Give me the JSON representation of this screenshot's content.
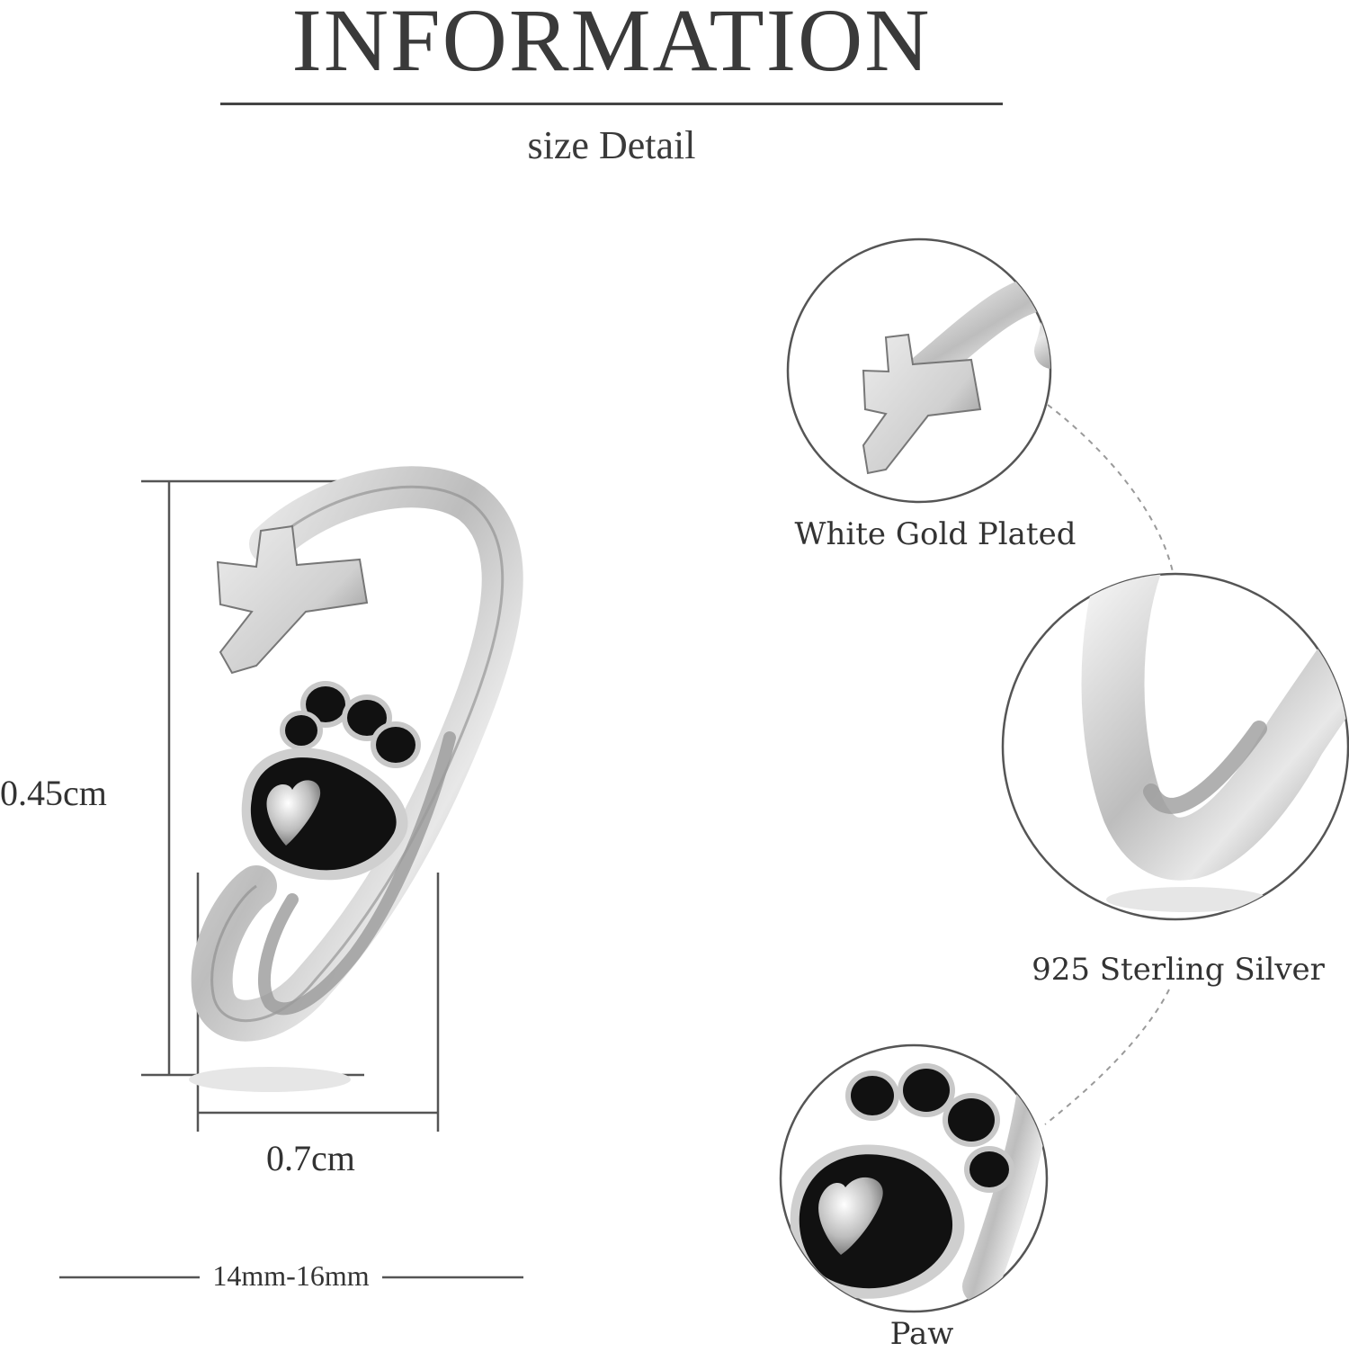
{
  "header": {
    "title": "INFORMATION",
    "subtitle": "size Detail"
  },
  "dimensions": {
    "height_label": "0.45cm",
    "width_label": "0.7cm",
    "size_range": "14mm-16mm"
  },
  "details": [
    {
      "label": "White Gold Plated",
      "icon": "cross-closeup"
    },
    {
      "label": "925 Sterling Silver",
      "icon": "band-closeup"
    },
    {
      "label": "Paw",
      "icon": "paw-closeup"
    }
  ],
  "colors": {
    "background": "#ffffff",
    "text": "#333333",
    "enamel": "#111111",
    "silver": "#c9c9c9"
  }
}
